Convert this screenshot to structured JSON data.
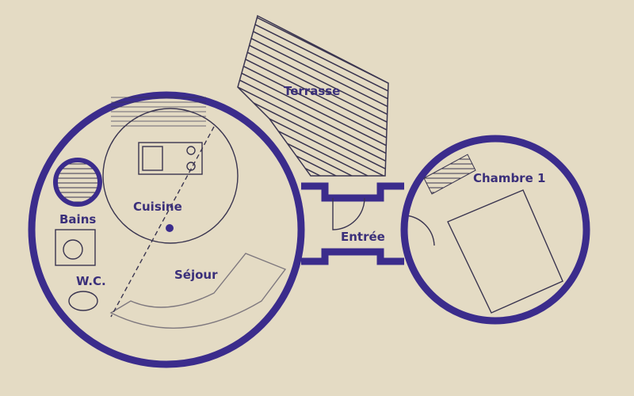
{
  "plan": {
    "rooms": {
      "terrasse": "Terrasse",
      "chambre": "Chambre 1",
      "entree": "Entrée",
      "cuisine": "Cuisine",
      "bains": "Bains",
      "wc": "W.C.",
      "sejour": "Séjour"
    },
    "colors": {
      "wall": "#3b2c8c",
      "paper": "#e4dbc4",
      "ink": "#3a3550"
    }
  }
}
